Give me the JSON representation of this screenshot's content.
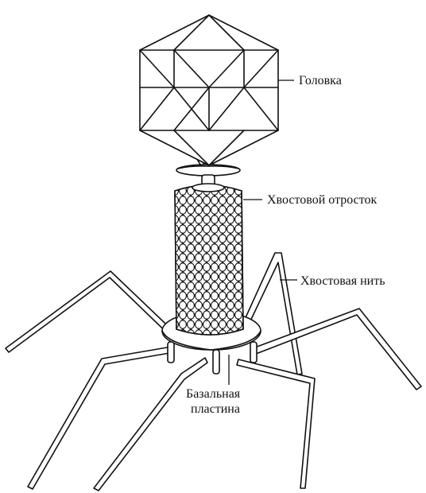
{
  "labels": {
    "head": "Головка",
    "tail_sheath": "Хвостовой отросток",
    "tail_fiber": "Хвостовая нить",
    "base_plate_line1": "Базальная",
    "base_plate_line2": "пластина"
  },
  "colors": {
    "ink": "#111111",
    "background": "#ffffff"
  }
}
